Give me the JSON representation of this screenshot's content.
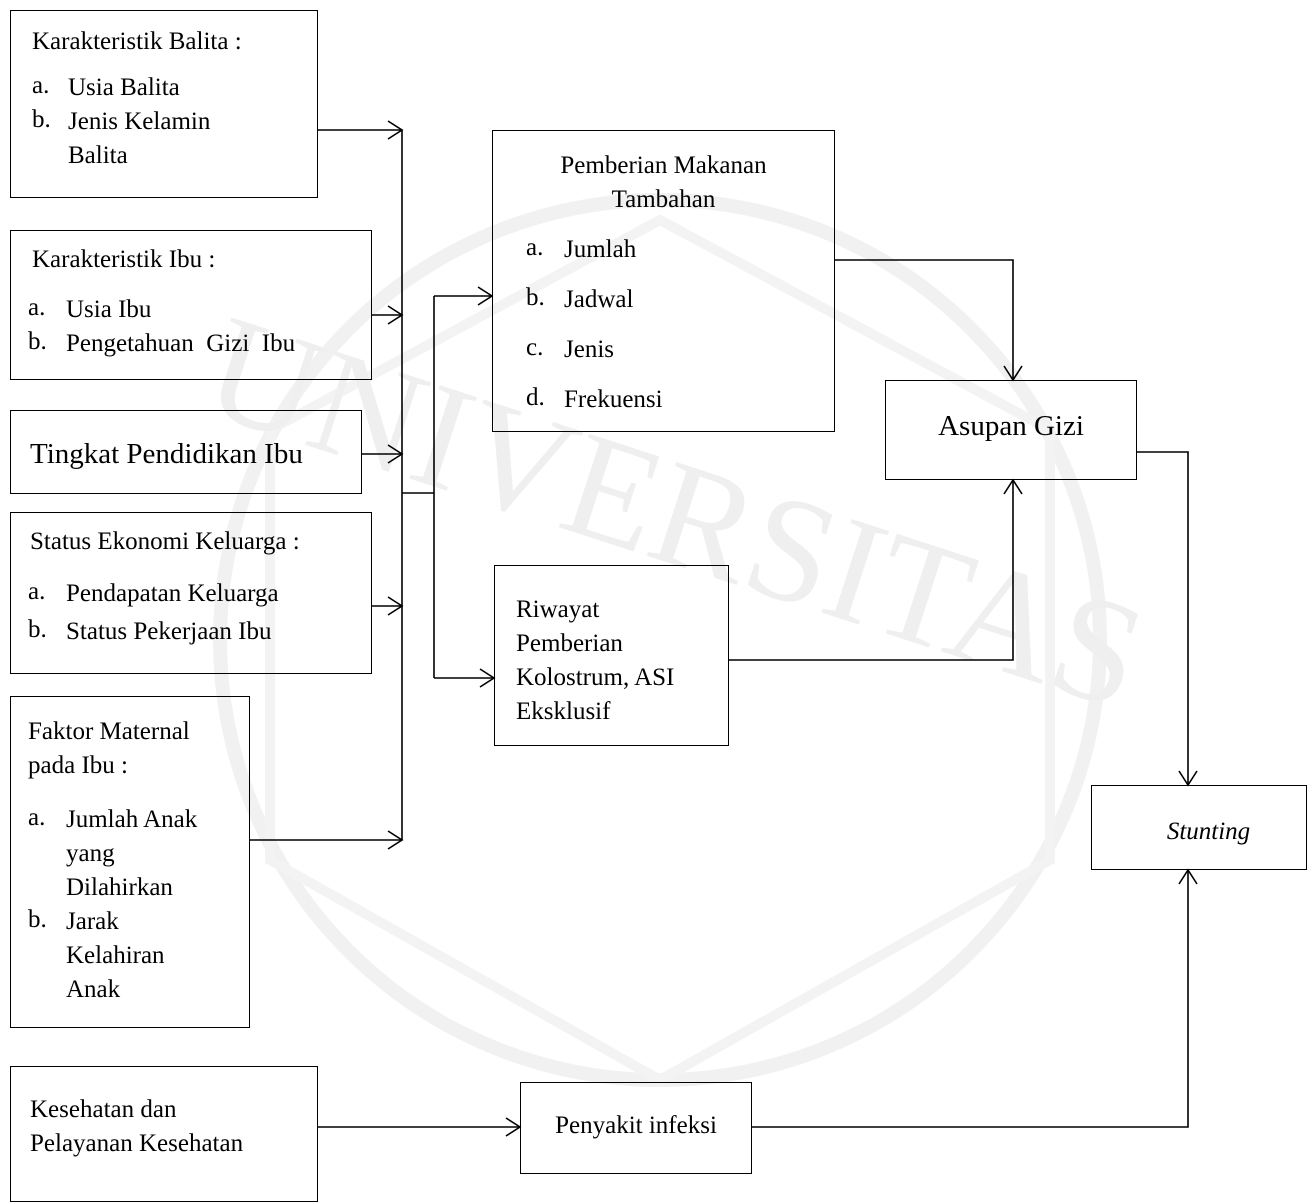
{
  "watermark": {
    "text": "UNIVERSITAS",
    "color": "#eeeeee"
  },
  "boxes": {
    "karakteristik_balita": {
      "title": "Karakteristik Balita :",
      "items": [
        {
          "marker": "a.",
          "lines": [
            "Usia Balita"
          ]
        },
        {
          "marker": "b.",
          "lines": [
            "Jenis Kelamin",
            "Balita"
          ]
        }
      ]
    },
    "karakteristik_ibu": {
      "title": "Karakteristik Ibu :",
      "items": [
        {
          "marker": "a.",
          "lines": [
            "Usia Ibu"
          ]
        },
        {
          "marker": "b.",
          "lines": [
            "Pengetahuan  Gizi  Ibu"
          ]
        }
      ]
    },
    "tingkat_pendidikan": {
      "title": "Tingkat Pendidikan Ibu"
    },
    "status_ekonomi": {
      "title": "Status Ekonomi Keluarga :",
      "items": [
        {
          "marker": "a.",
          "lines": [
            "Pendapatan Keluarga"
          ]
        },
        {
          "marker": "b.",
          "lines": [
            "Status Pekerjaan Ibu"
          ]
        }
      ]
    },
    "faktor_maternal": {
      "title_lines": [
        "Faktor Maternal",
        "pada Ibu :"
      ],
      "items": [
        {
          "marker": "a.",
          "lines": [
            "Jumlah Anak",
            "yang",
            "Dilahirkan"
          ]
        },
        {
          "marker": "b.",
          "lines": [
            "Jarak",
            "Kelahiran",
            "Anak"
          ]
        }
      ]
    },
    "kesehatan": {
      "lines": [
        "Kesehatan dan",
        "Pelayanan Kesehatan"
      ]
    },
    "pmt": {
      "title_lines": [
        "Pemberian Makanan",
        "Tambahan"
      ],
      "items": [
        {
          "marker": "a.",
          "lines": [
            "Jumlah"
          ]
        },
        {
          "marker": "b.",
          "lines": [
            "Jadwal"
          ]
        },
        {
          "marker": "c.",
          "lines": [
            "Jenis"
          ]
        },
        {
          "marker": "d.",
          "lines": [
            "Frekuensi"
          ]
        }
      ]
    },
    "riwayat": {
      "lines": [
        "Riwayat",
        "Pemberian",
        "Kolostrum, ASI",
        "Eksklusif"
      ]
    },
    "penyakit": {
      "title": "Penyakit infeksi"
    },
    "asupan": {
      "title": "Asupan Gizi"
    },
    "stunting": {
      "title": "Stunting"
    }
  }
}
